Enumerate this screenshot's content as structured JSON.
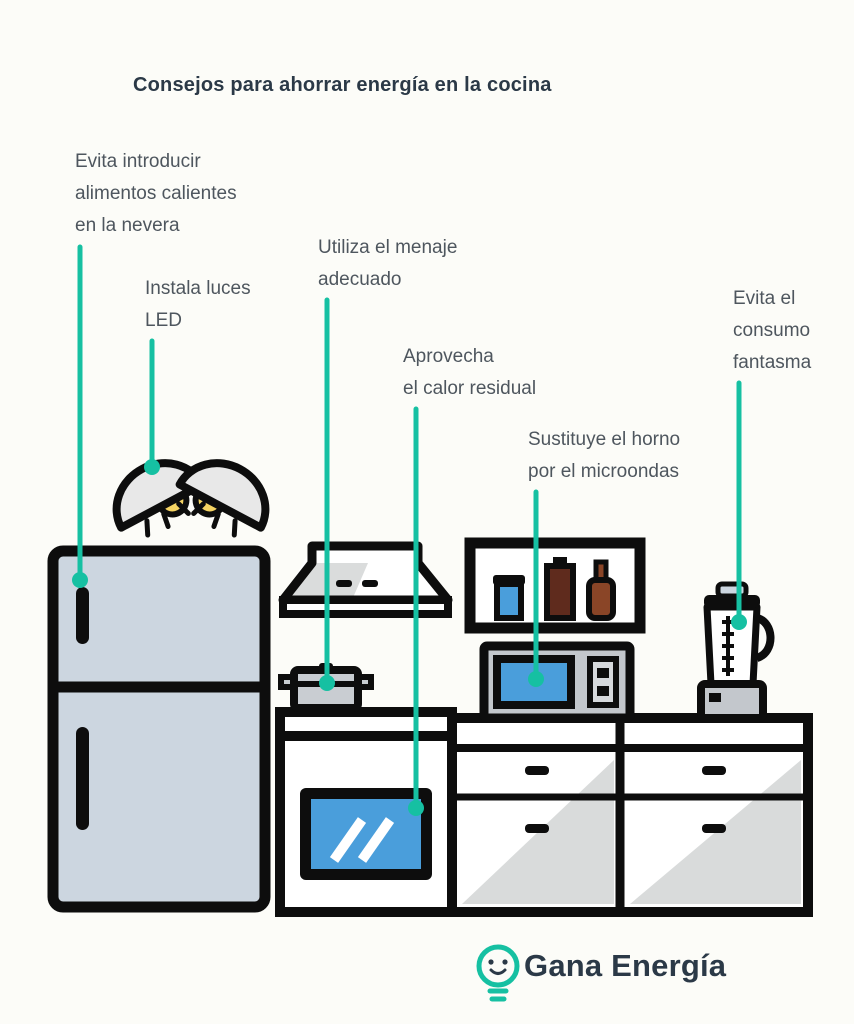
{
  "title": "Consejos para ahorrar energía en la cocina",
  "tips": {
    "fridge": {
      "lines": [
        "Evita introducir",
        "alimentos calientes",
        "en la nevera"
      ]
    },
    "led": {
      "lines": [
        "Instala luces",
        "LED"
      ]
    },
    "cookware": {
      "lines": [
        "Utiliza el menaje",
        "adecuado"
      ]
    },
    "residual_heat": {
      "lines": [
        "Aprovecha",
        "el calor residual"
      ]
    },
    "microwave": {
      "lines": [
        "Sustituye el horno",
        "por el microondas"
      ]
    },
    "phantom_load": {
      "lines": [
        "Evita el",
        "consumo",
        "fantasma"
      ]
    }
  },
  "logo": {
    "name": "Gana Energía"
  },
  "colors": {
    "accent": "#16c0a2",
    "navy": "#2b3947",
    "label": "#4e565e",
    "blue": "#4a9edb",
    "fridge": "#ccd6e0",
    "background": "#fcfcf8"
  }
}
